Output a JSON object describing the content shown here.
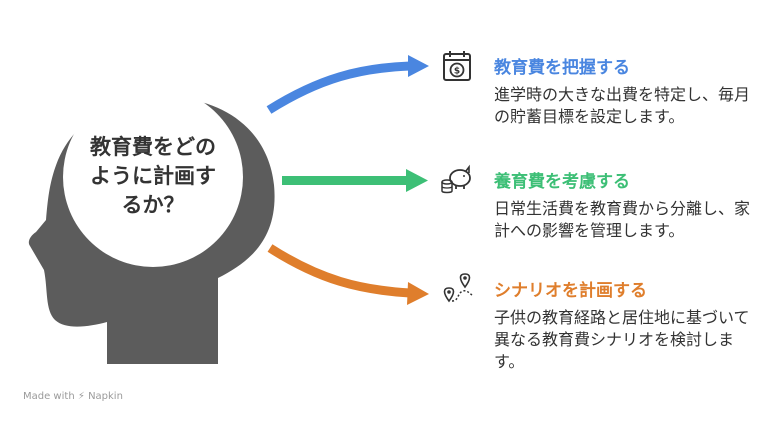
{
  "center_question": "教育費をどのように計画するか？",
  "colors": {
    "head": "#5c5c5c",
    "circle": "#ffffff",
    "blue": "#4a86e0",
    "green": "#3dbf76",
    "orange": "#df7e2c",
    "icon": "#333333"
  },
  "items": [
    {
      "title": "教育費を把握する",
      "description": "進学時の大きな出費を特定し、毎月の貯蓄目標を設定します。",
      "icon": "calendar-dollar-icon",
      "color": "#4a86e0"
    },
    {
      "title": "養育費を考慮する",
      "description": "日常生活費を教育費から分離し、家計への影響を管理します。",
      "icon": "piggy-bank-icon",
      "color": "#3dbf76"
    },
    {
      "title": "シナリオを計画する",
      "description": "子供の教育経路と居住地に基づいて異なる教育費シナリオを検討します。",
      "icon": "map-route-icon",
      "color": "#df7e2c"
    }
  ],
  "footer": {
    "made_with": "Made with",
    "brand": "Napkin"
  }
}
